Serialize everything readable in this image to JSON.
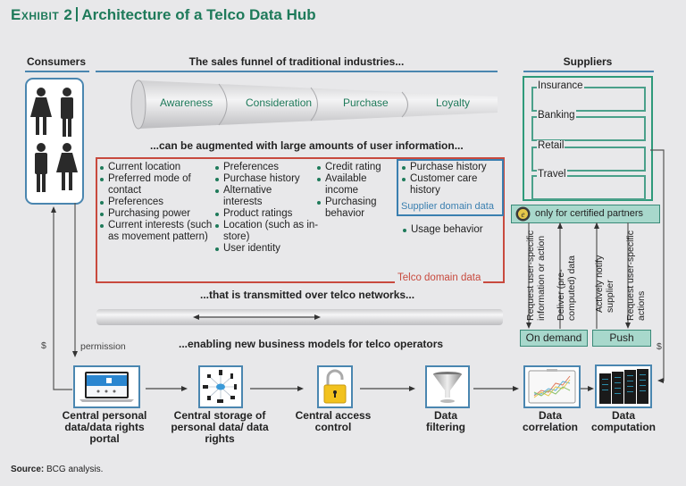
{
  "title": {
    "exhibit": "Exhibit 2",
    "text": "Architecture of a Telco Data Hub"
  },
  "colors": {
    "accent_green": "#1e7a5a",
    "telco_red": "#c84a3e",
    "supplier_blue": "#3a7fb0",
    "teal_fill": "#a8d8cc"
  },
  "headers": {
    "consumers": "Consumers",
    "funnel": "The sales funnel of traditional industries...",
    "suppliers": "Suppliers"
  },
  "funnel_stages": [
    "Awareness",
    "Consideration",
    "Purchase",
    "Loyalty"
  ],
  "augment_text": "...can be augmented with large amounts of user information...",
  "data_columns": [
    [
      "Current location",
      "Preferred mode of contact",
      "Preferences",
      "Purchasing power",
      "Current interests (such as movement pattern)"
    ],
    [
      "Preferences",
      "Purchase history",
      "Alternative interests",
      "Product ratings",
      "Location (such as in-store)",
      "User identity"
    ],
    [
      "Credit rating",
      "Available income",
      "Purchasing behavior"
    ]
  ],
  "supplier_domain_items": [
    "Purchase history",
    "Customer care history"
  ],
  "supplier_domain_label": "Supplier domain data",
  "usage_item": "Usage behavior",
  "telco_domain_label": "Telco domain data",
  "transmit_text": "...that is transmitted over telco networks...",
  "enabling_text": "...enabling new business models for telco operators",
  "suppliers": [
    "Insurance",
    "Banking",
    "Retail",
    "Travel"
  ],
  "certified": {
    "icon": "certificate-seal-icon",
    "label": "only for certified partners"
  },
  "flows": {
    "request_info": "Request user-specific information or action",
    "deliver": "Deliver (pre-computed) data",
    "notify": "Actively notify supplier",
    "request_actions": "Request user-specific actions"
  },
  "modes": {
    "on_demand": "On demand",
    "push": "Push"
  },
  "labels": {
    "permission": "permission",
    "dollar_left": "$",
    "dollar_right": "$"
  },
  "pipeline": [
    {
      "icon": "laptop-portal-icon",
      "label": "Central personal data/data rights portal"
    },
    {
      "icon": "cloud-network-icon",
      "label": "Central storage of personal data/ data rights"
    },
    {
      "icon": "padlock-icon",
      "label": "Central access control"
    },
    {
      "icon": "funnel-icon",
      "label": "Data filtering"
    },
    {
      "icon": "chart-board-icon",
      "label": "Data correlation"
    },
    {
      "icon": "server-rack-icon",
      "label": "Data computation"
    }
  ],
  "source": {
    "label": "Source:",
    "text": "BCG analysis."
  }
}
